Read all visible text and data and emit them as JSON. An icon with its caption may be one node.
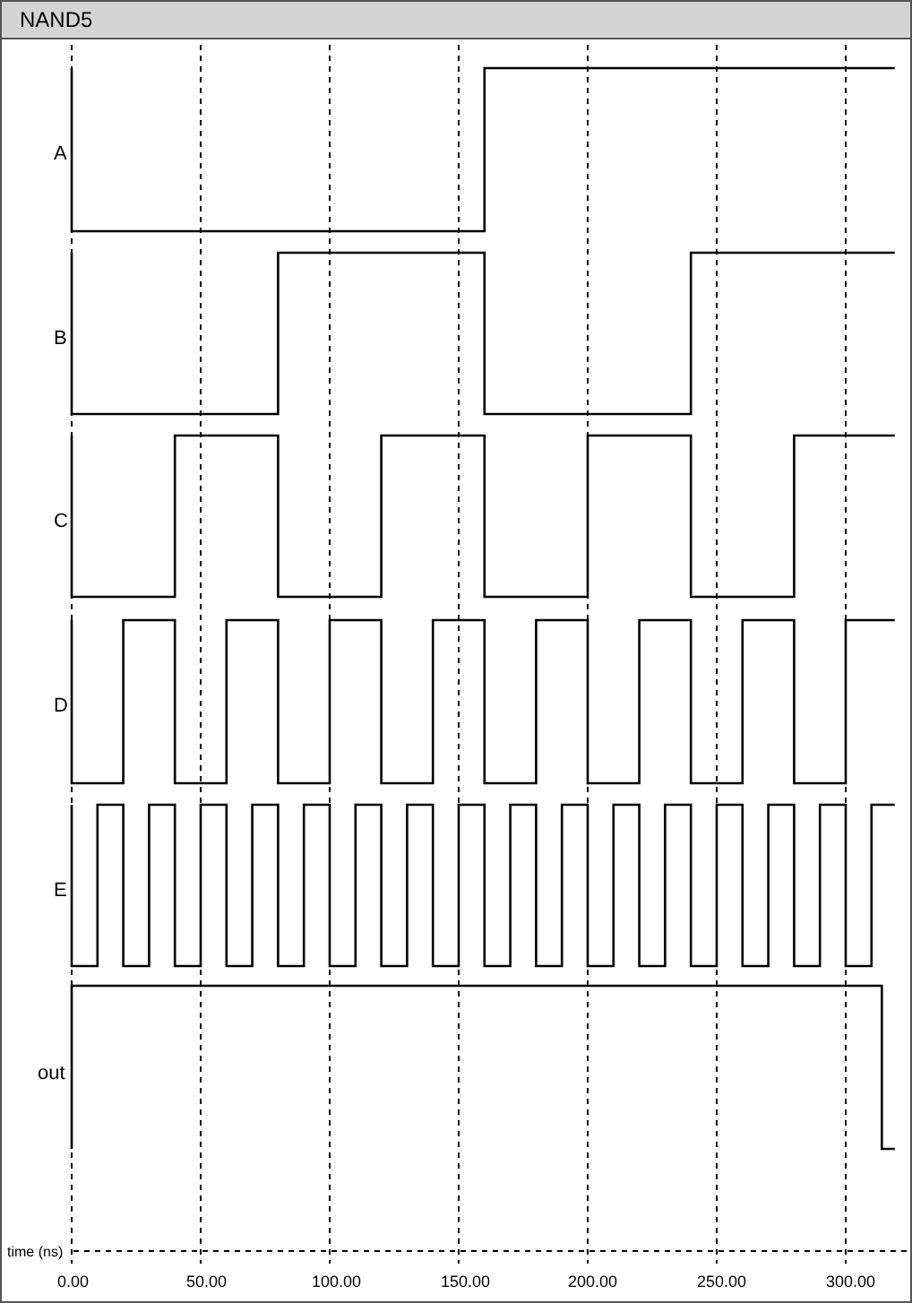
{
  "diagram": {
    "title": "NAND5",
    "labels": [
      "A",
      "B",
      "C",
      "D",
      "E",
      "out",
      "time (ns)",
      "0.00",
      "50.00",
      "100.00",
      "150.00",
      "200.00",
      "250.00",
      "300.00"
    ]
  }
}
